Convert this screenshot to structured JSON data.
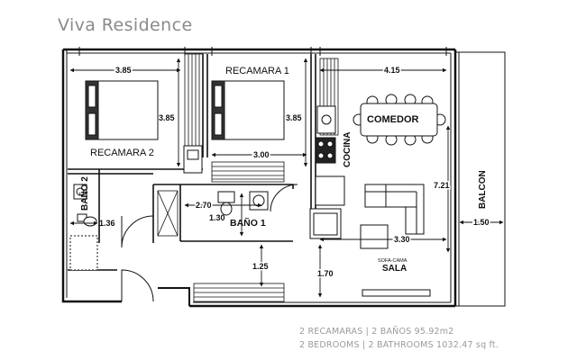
{
  "title": "Viva Residence",
  "rooms": {
    "bedroom2": "RECAMARA 2",
    "bedroom1": "RECAMARA 1",
    "dining": "COMEDOR",
    "kitchen": "COCINA",
    "bath2": "BAÑO 2",
    "bath1": "BAÑO 1",
    "balcony": "BALCON",
    "sofa_bed": "SOFA-CAMA",
    "living": "SALA"
  },
  "dimensions": {
    "bed2_width": "3.85",
    "bed2_depth": "3.85",
    "bed1_depth": "3.85",
    "bed1_width": "3.00",
    "dining_width": "4.15",
    "living_depth": "7.21",
    "bath1_width": "2.70",
    "bath1_depth": "1.30",
    "bath2_width": "1.36",
    "living_width": "3.30",
    "balcony_depth": "1.50",
    "hall_depth": "1.25",
    "kitchen_depth": "1.70"
  },
  "caption": {
    "spanish": "2 RECAMARAS | 2 BAÑOS 95.92m2",
    "english": "2 BEDROOMS | 2 BATHROOMS 1032.47 sq ft."
  }
}
